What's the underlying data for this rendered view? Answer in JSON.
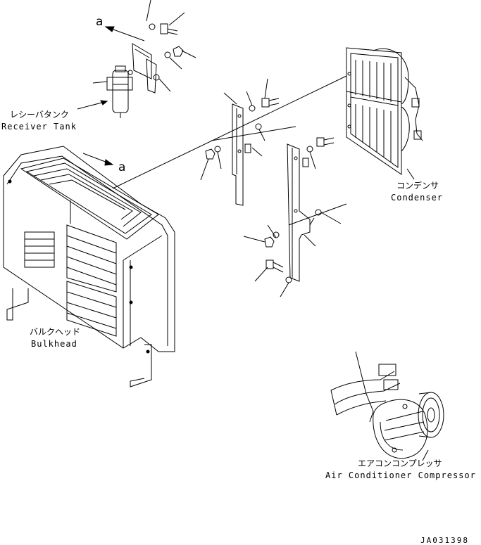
{
  "labels": {
    "receiver_tank_jp": "レシーバタンク",
    "receiver_tank_en": "Receiver Tank",
    "condenser_jp": "コンデンサ",
    "condenser_en": "Condenser",
    "bulkhead_jp": "バルクヘッド",
    "bulkhead_en": "Bulkhead",
    "compressor_jp": "エアコンコンプレッサ",
    "compressor_en": "Air Conditioner Compressor",
    "view_marker_top": "a",
    "view_marker_mid": "a",
    "drawing_code": "JA031398"
  }
}
